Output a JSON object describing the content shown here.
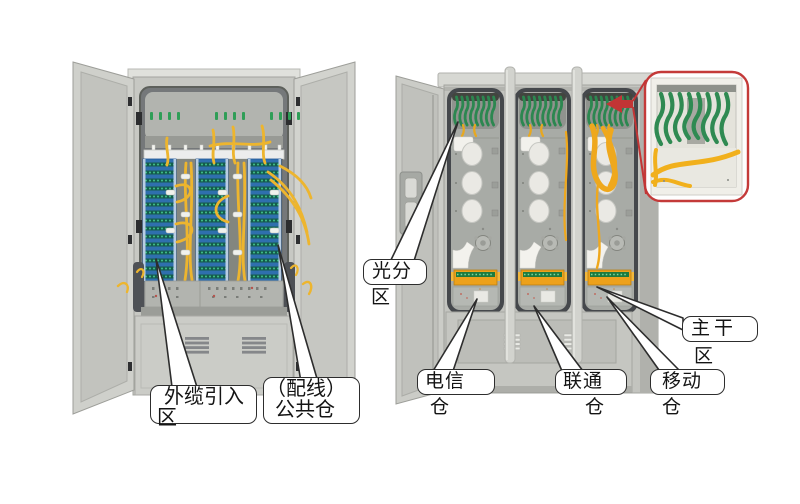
{
  "labels": {
    "cable_entry": {
      "line1": "外缆引入",
      "line2": "区"
    },
    "wiring_common": {
      "line1": "（配线）",
      "line2": "公共仓"
    },
    "optical_split": {
      "line1": "光分",
      "line2": "区"
    },
    "telecom_bay": {
      "line1": "电信",
      "line2": "仓"
    },
    "unicom_bay": {
      "line1": "联通",
      "line2": "仓"
    },
    "mobile_bay": {
      "line1": "移动",
      "line2": "仓"
    },
    "trunk_zone": {
      "line1": "主干",
      "line2": "区"
    }
  },
  "colors": {
    "background": "#ffffff",
    "cabinet_gray": "#c7c8c3",
    "adapter_panel_blue": "#2f6fae",
    "fiber_yellow": "#edb52e",
    "splitter_green": "#2c8750",
    "zoom_inset_border_red": "#c43a39",
    "label_border": "#2d2d2d",
    "label_text": "#141414"
  }
}
